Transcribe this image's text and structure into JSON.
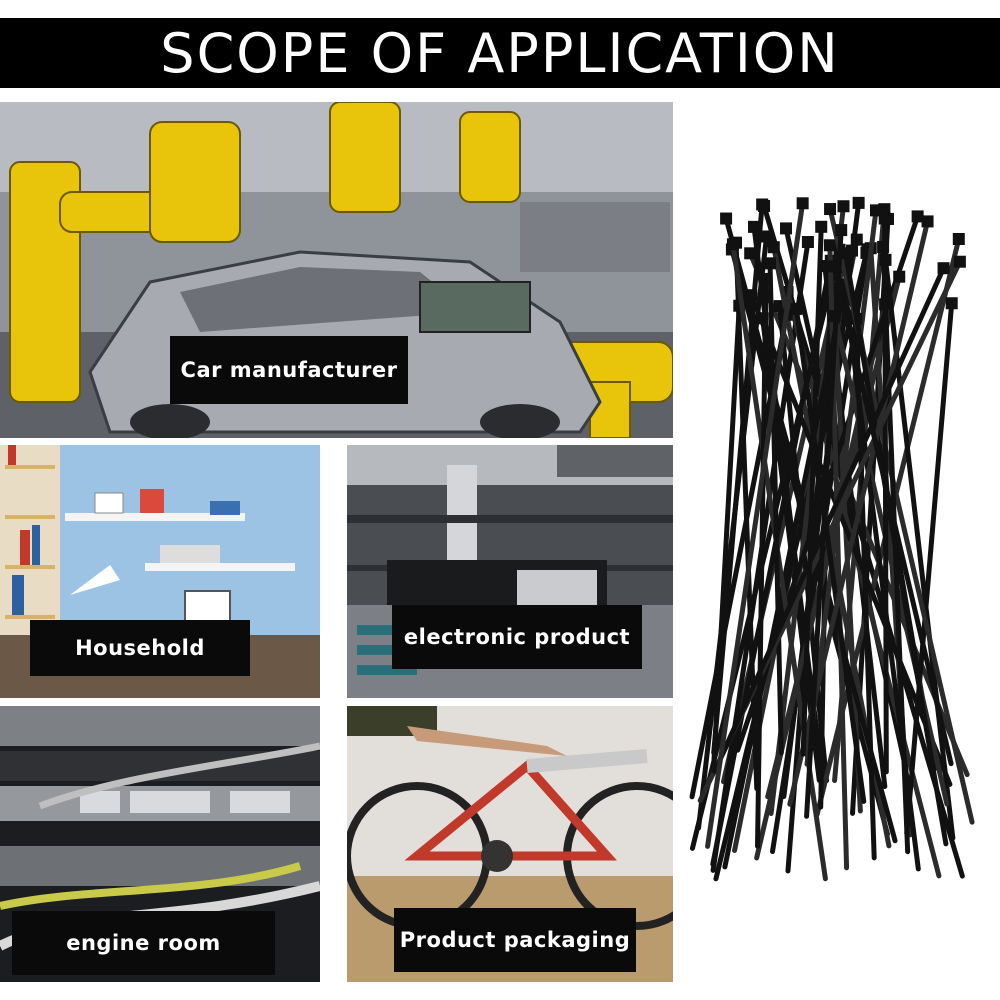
{
  "banner": {
    "title": "SCOPE OF APPLICATION"
  },
  "tiles": {
    "car": {
      "label": "Car manufacturer"
    },
    "household": {
      "label": "Household"
    },
    "electronic": {
      "label": "electronic product"
    },
    "engine": {
      "label": "engine room"
    },
    "packaging": {
      "label": "Product packaging"
    }
  },
  "product": {
    "icon": "cable-ties-bundle-icon",
    "color": "#111111"
  },
  "colors": {
    "banner_bg": "#000000",
    "banner_text": "#ffffff",
    "label_bg": "#0a0a0a",
    "robot_yellow": "#e8c40a"
  }
}
